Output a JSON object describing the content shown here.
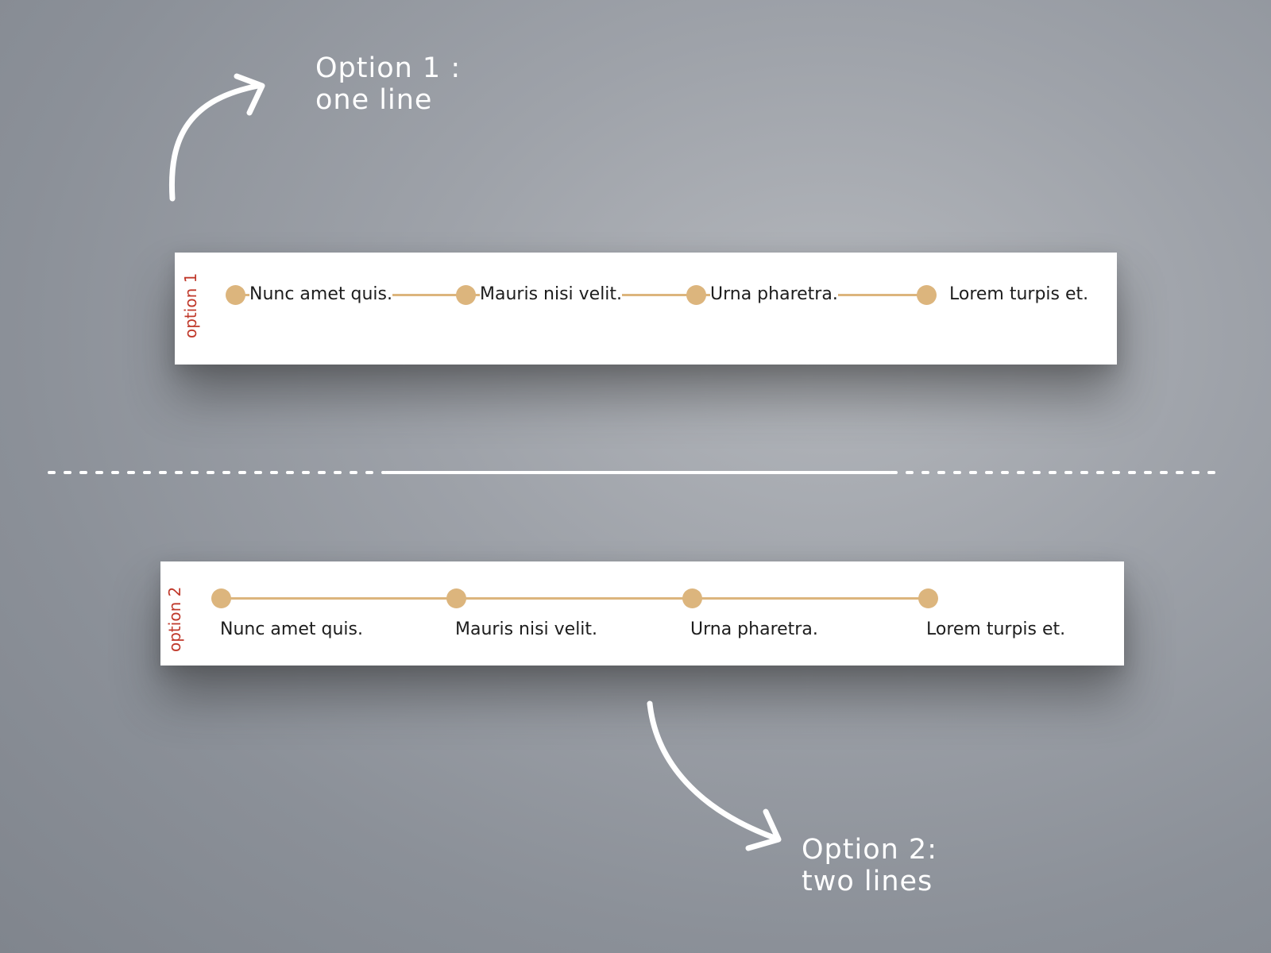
{
  "annotations": {
    "option1": {
      "line1": "Option 1 :",
      "line2": "one line"
    },
    "option2": {
      "line1": "Option 2:",
      "line2": "two lines"
    }
  },
  "panel1": {
    "label": "option 1",
    "items": [
      "Nunc amet quis.",
      "Mauris nisi velit.",
      "Urna pharetra.",
      "Lorem turpis et."
    ]
  },
  "panel2": {
    "label": "option 2",
    "items": [
      "Nunc amet quis.",
      "Mauris nisi velit.",
      "Urna pharetra.",
      "Lorem turpis et."
    ]
  },
  "colors": {
    "timeline": "#dcb57d",
    "label": "#c0392b",
    "annotation": "#ffffff"
  }
}
